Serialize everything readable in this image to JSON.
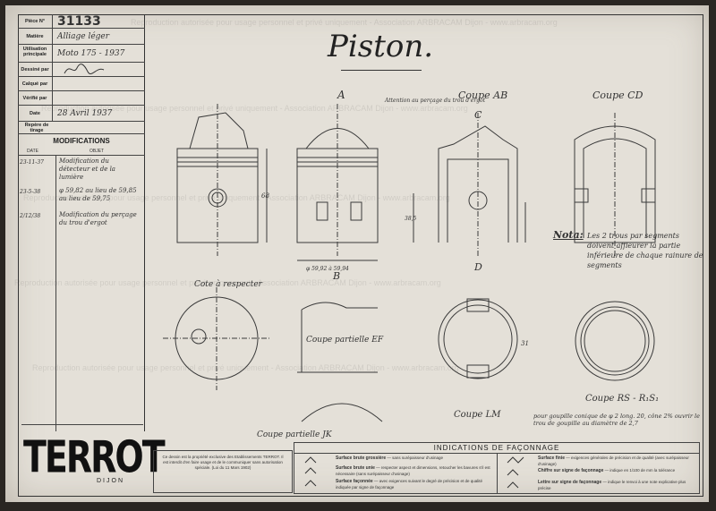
{
  "title_block": {
    "piece_no_label": "Pièce N°",
    "piece_no": "31133",
    "matiere_label": "Matière",
    "matiere": "Alliage léger",
    "utilisation_label": "Utilisation principale",
    "utilisation": "Moto 175 - 1937",
    "dessine_label": "Dessiné par",
    "calque_label": "Calqué par",
    "verifie_label": "Vérifié par",
    "date_label": "Date",
    "date": "28 Avril 1937",
    "repere_label": "Repère de tirage"
  },
  "modifications": {
    "title": "MODIFICATIONS",
    "col_date": "DATE",
    "col_objet": "OBJET",
    "rows": [
      {
        "date": "23-11-37",
        "objet": "Modification du détecteur et de la lumière"
      },
      {
        "date": "23-5-38",
        "objet": "φ 59,82 au lieu de 59,85 au lieu de 59,75"
      },
      {
        "date": "2/12/38",
        "objet": "Modification du perçage du trou d'ergot"
      }
    ]
  },
  "drawing": {
    "title": "Piston.",
    "view_a": "A",
    "view_ab": "Coupe AB",
    "view_c": "C",
    "view_cd": "Coupe CD",
    "view_b": "B",
    "view_d": "D",
    "coupe_ef": "Coupe partielle EF",
    "coupe_jk": "Coupe partielle JK",
    "coupe_lm": "Coupe LM",
    "coupe_rs": "Coupe RS - R₁S₁",
    "cote_respecter": "Cote à respecter",
    "note_label": "Nota:",
    "note_text": "Les 2 trous par segments doivent affleurer la partie inférieure de chaque rainure de segments",
    "ergot_note": "Attention au perçage du trou d'ergot",
    "bottom_note": "pour goupille conique de φ 2 long. 20, cône 2% ouvrir le trou de goupille au diamètre de 2,7",
    "dim_68": "68",
    "dim_59": "φ 59,92 à 59,94",
    "dim_38": "38,5",
    "dim_31": "31"
  },
  "logo": {
    "brand": "TERROT",
    "city": "DIJON"
  },
  "legal_notice": "Ce dessin est la propriété exclusive des Etablissements TERROT. Il est interdit d'en faire usage et de le communiquer sans autorisation spéciale. (Loi du 11 Mars 1902)",
  "indications": {
    "title": "INDICATIONS DE FAÇONNAGE",
    "items": [
      {
        "head": "Surface brute grossière",
        "text": "sans surépaisseur d'usinage"
      },
      {
        "head": "Surface brute unie",
        "text": "respecter aspect et dimensions, retoucher les bavures s'il est nécessaire (sans surépaisseur d'usinage)"
      },
      {
        "head": "Surface façonnée",
        "text": "avec exigences suivant le degré de précision et de qualité indiquée par signe de façonnage"
      },
      {
        "head": "Surface finie",
        "text": "exigences générales de précision et de qualité (avec surépaisseur d'usinage)"
      },
      {
        "head": "Chiffre sur signe de façonnage",
        "text": "indique en 1/100 de mm la tolérance"
      },
      {
        "head": "Lettre sur signe de façonnage",
        "text": "indique le renvoi à une note explicative plus précise"
      }
    ]
  },
  "watermark": "Reproduction autorisée pour usage personnel et privé uniquement - Association ARBRACAM Dijon - www.arbracam.org"
}
